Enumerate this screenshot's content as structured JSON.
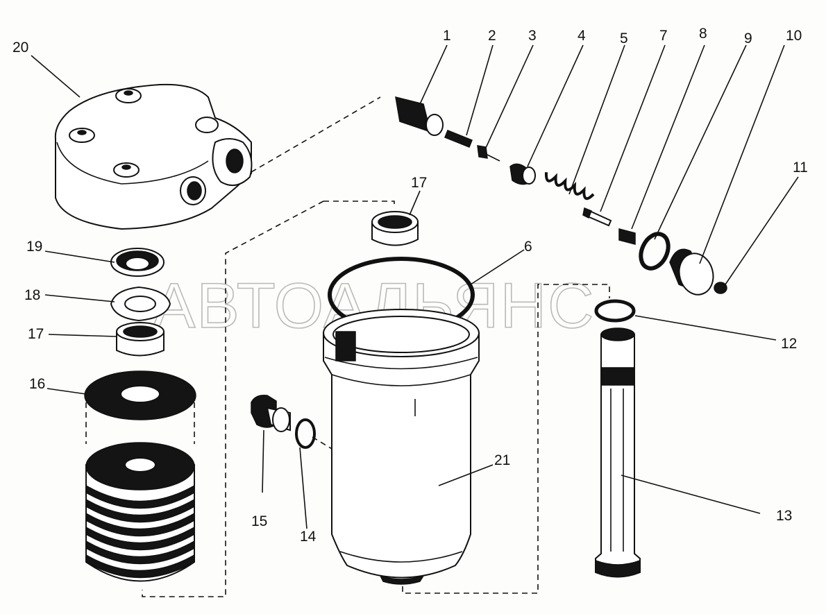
{
  "watermark": "АВТОАЛЬЯНС",
  "labels": {
    "p1": "1",
    "p2": "2",
    "p3": "3",
    "p4": "4",
    "p5": "5",
    "p7": "7",
    "p8": "8",
    "p9": "9",
    "p10": "10",
    "p11": "11",
    "p12": "12",
    "p13": "13",
    "p14": "14",
    "p15": "15",
    "p16": "16",
    "p17a": "17",
    "p17b": "17",
    "p18": "18",
    "p19": "19",
    "p20": "20",
    "p21": "21",
    "p6": "6"
  }
}
